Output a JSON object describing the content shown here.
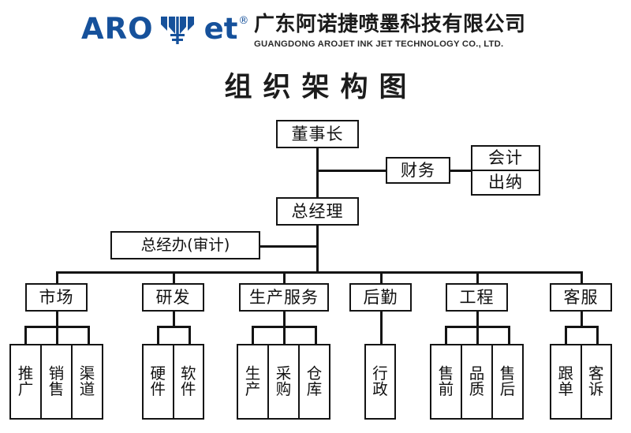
{
  "header": {
    "logo": {
      "word1": "ARO",
      "word2": "et",
      "registered": "®",
      "mark_icon": "wheat-leaf-mark",
      "color": "#16519b"
    },
    "company_name_cn": "广东阿诺捷喷墨科技有限公司",
    "company_name_en": "GUANGDONG AROJET INK JET TECHNOLOGY CO., LTD."
  },
  "title": "组织架构图",
  "chart_data": {
    "type": "diagram",
    "diagram_kind": "organization-chart",
    "nodes": {
      "chairman": "董事长",
      "finance": "财务",
      "accounting": "会计",
      "cashier": "出纳",
      "general_manager": "总经理",
      "gm_office": "总经办(审计)"
    },
    "departments": [
      {
        "id": "market",
        "label": "市场",
        "children": [
          "推广",
          "销售",
          "渠道"
        ]
      },
      {
        "id": "rd",
        "label": "研发",
        "children": [
          "硬件",
          "软件"
        ]
      },
      {
        "id": "production-service",
        "label": "生产服务",
        "children": [
          "生产",
          "采购",
          "仓库"
        ]
      },
      {
        "id": "logistics",
        "label": "后勤",
        "children": [
          "行政"
        ]
      },
      {
        "id": "engineering",
        "label": "工程",
        "children": [
          "售前",
          "品质",
          "售后"
        ]
      },
      {
        "id": "customer-service",
        "label": "客服",
        "children": [
          "跟单",
          "客诉"
        ]
      }
    ],
    "edges": [
      [
        "chairman",
        "finance"
      ],
      [
        "finance",
        "accounting"
      ],
      [
        "finance",
        "cashier"
      ],
      [
        "chairman",
        "general_manager"
      ],
      [
        "general_manager",
        "gm_office"
      ],
      [
        "general_manager",
        "market"
      ],
      [
        "general_manager",
        "rd"
      ],
      [
        "general_manager",
        "production-service"
      ],
      [
        "general_manager",
        "logistics"
      ],
      [
        "general_manager",
        "engineering"
      ],
      [
        "general_manager",
        "customer-service"
      ]
    ],
    "line_color": "#141414",
    "background": "#ffffff"
  }
}
